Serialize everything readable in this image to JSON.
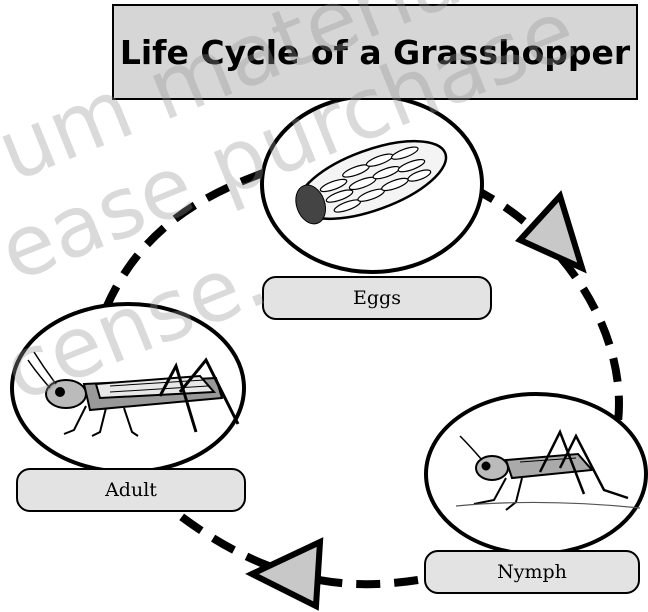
{
  "title": "Life Cycle of a Grasshopper",
  "stages": [
    {
      "name": "Eggs",
      "image": "grasshopper-egg-pod"
    },
    {
      "name": "Nymph",
      "image": "grasshopper-nymph"
    },
    {
      "name": "Adult",
      "image": "grasshopper-adult"
    }
  ],
  "watermark": [
    "um materials",
    "ease purchase",
    "cense."
  ],
  "colors": {
    "title_fill": "#d6d6d6",
    "label_fill": "#e3e3e3",
    "arrow_fill": "#c8c8c8",
    "outline": "#000000",
    "watermark": "#969696"
  }
}
